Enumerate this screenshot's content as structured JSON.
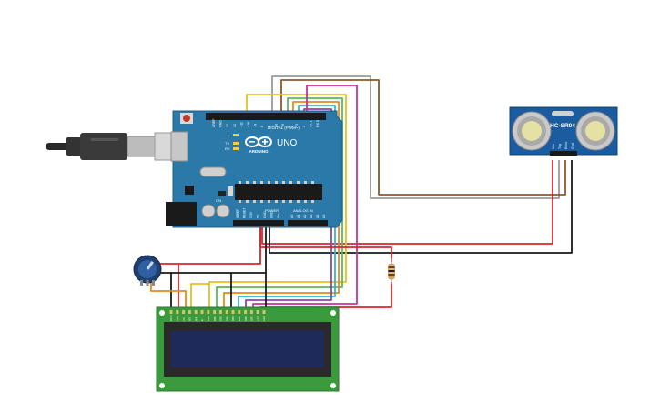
{
  "arduino": {
    "brand": "ARDUINO",
    "model": "UNO",
    "digital_header": "DIGITAL (PWM~)",
    "analog_header": "ANALOG IN",
    "power_header": "POWER",
    "pins_top": [
      "AREF",
      "GND",
      "13",
      "12",
      "~11",
      "~10",
      "~9",
      "8",
      "7",
      "~6",
      "~5",
      "4",
      "~3",
      "2",
      "TX 1",
      "RX 0"
    ],
    "pins_power": [
      "IOREF",
      "RESET",
      "3.3V",
      "5V",
      "GND",
      "GND",
      "Vin"
    ],
    "pins_analog": [
      "A0",
      "A1",
      "A2",
      "A3",
      "A4",
      "A5"
    ],
    "tx_label": "TX",
    "rx_label": "RX",
    "l_label": "L",
    "on_label": "ON"
  },
  "sensor": {
    "model": "HC-SR04",
    "pins": [
      "Vcc",
      "Trig",
      "Echo",
      "Gnd"
    ]
  },
  "lcd": {
    "pins": [
      "GND",
      "VCC",
      "V0",
      "RS",
      "RW",
      "E",
      "DB0",
      "DB1",
      "DB2",
      "DB3",
      "DB4",
      "DB5",
      "DB6",
      "DB7",
      "LED",
      "LED"
    ]
  },
  "colors": {
    "board_blue": "#2a79a9",
    "sensor_blue": "#1b5b9f",
    "lcd_green": "#3b9a3b",
    "lcd_screen": "#1e2a5a",
    "wire_red": "#d9262b",
    "wire_black": "#1a1a1a",
    "wire_yellow": "#e6c21a",
    "wire_green": "#5cb85c",
    "wire_orange": "#e58a1a",
    "wire_cyan": "#2bb5d8",
    "wire_purple": "#8e44ad",
    "wire_magenta": "#c2349b",
    "wire_brown": "#8b5a2b",
    "wire_gray": "#9a9a9a"
  }
}
